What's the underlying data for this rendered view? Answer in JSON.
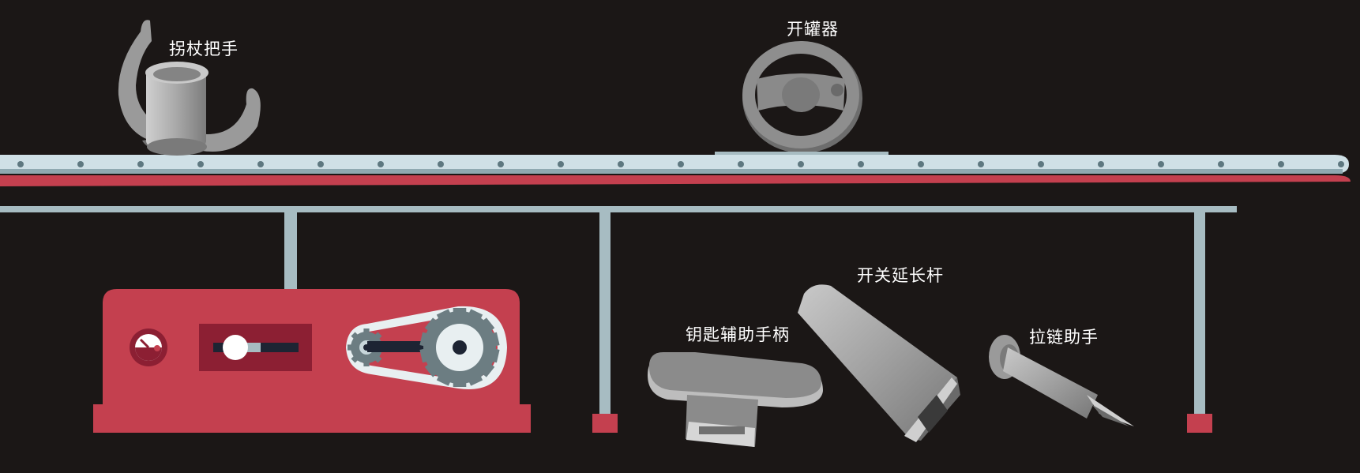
{
  "labels": {
    "crutch_handle": "拐杖把手",
    "can_opener": "开罐器",
    "switch_extender": "开关延长杆",
    "key_holder": "钥匙辅助手柄",
    "zipper_helper": "拉链助手"
  },
  "colors": {
    "background": "#1b1716",
    "belt": "#cfe0e6",
    "belt_shadow": "#8fa9b1",
    "accent_red": "#c4404f",
    "dark_red": "#8c1f33",
    "pipe": "#a7bcc2",
    "object_gray": "#9a9a9a"
  }
}
